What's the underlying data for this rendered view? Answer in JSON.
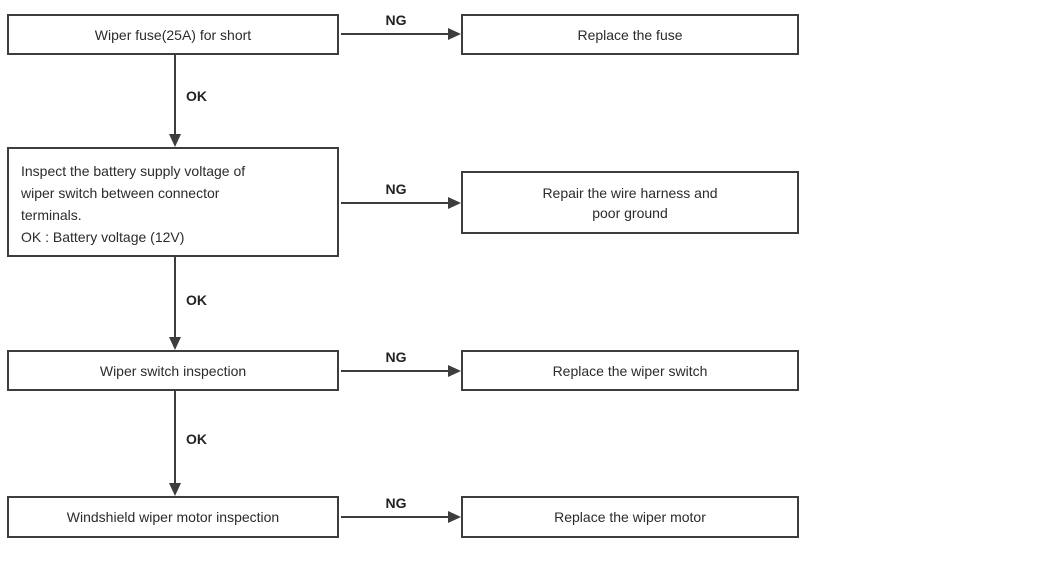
{
  "flowchart": {
    "rows": [
      {
        "check": "Wiper fuse(25A) for short",
        "ng_label": "NG",
        "action": "Replace the fuse",
        "ok_label": "OK"
      },
      {
        "check_lines": [
          "Inspect the battery supply voltage of",
          "wiper switch between connector",
          "terminals.",
          "OK : Battery voltage (12V)"
        ],
        "ng_label": "NG",
        "action_lines": [
          "Repair the wire harness and",
          "poor ground"
        ],
        "ok_label": "OK"
      },
      {
        "check": "Wiper switch inspection",
        "ng_label": "NG",
        "action": "Replace the wiper switch",
        "ok_label": "OK"
      },
      {
        "check": "Windshield wiper motor inspection",
        "ng_label": "NG",
        "action": "Replace the wiper motor"
      }
    ]
  }
}
